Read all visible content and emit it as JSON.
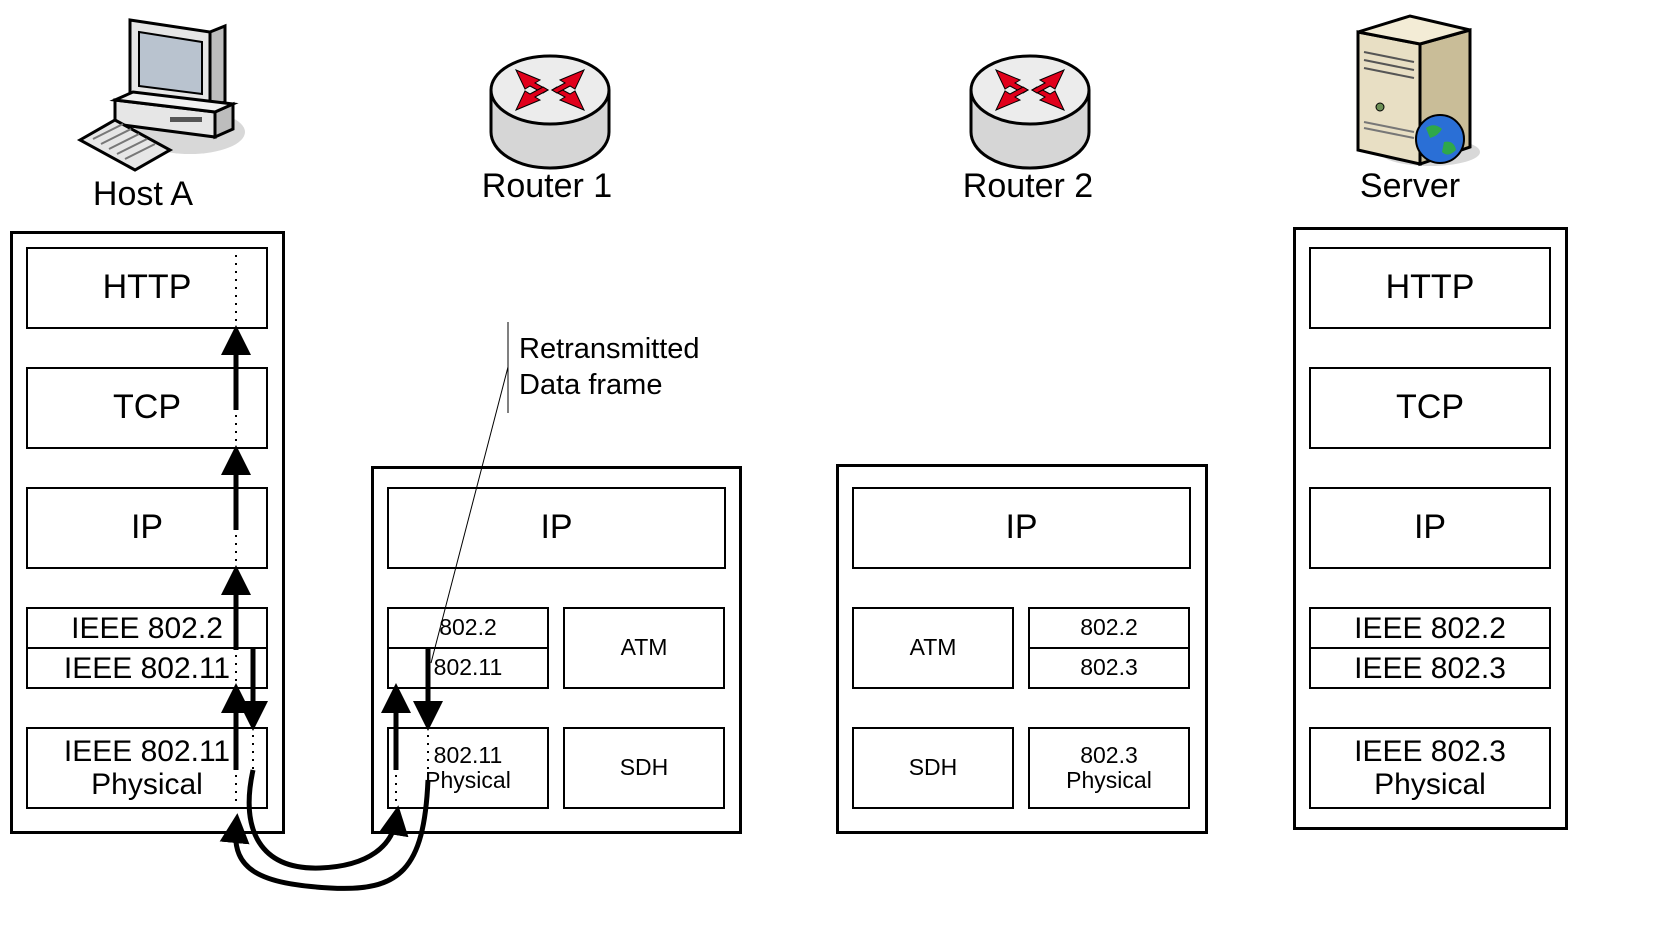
{
  "nodes": {
    "host_a": {
      "label": "Host A",
      "icon": "desktop-computer-icon",
      "layers": {
        "http": "HTTP",
        "tcp": "TCP",
        "ip": "IP",
        "llc": "IEEE 802.2",
        "mac": "IEEE 802.11",
        "phy_line1": "IEEE 802.11",
        "phy_line2": "Physical"
      }
    },
    "router_1": {
      "label": "Router 1",
      "icon": "router-icon",
      "layers": {
        "ip": "IP",
        "llc": "802.2",
        "mac": "802.11",
        "atm": "ATM",
        "phy_line1": "802.11",
        "phy_line2": "Physical",
        "sdh": "SDH"
      }
    },
    "router_2": {
      "label": "Router 2",
      "icon": "router-icon",
      "layers": {
        "ip": "IP",
        "atm": "ATM",
        "llc": "802.2",
        "mac": "802.3",
        "sdh": "SDH",
        "phy_line1": "802.3",
        "phy_line2": "Physical"
      }
    },
    "server": {
      "label": "Server",
      "icon": "web-server-icon",
      "layers": {
        "http": "HTTP",
        "tcp": "TCP",
        "ip": "IP",
        "llc": "IEEE 802.2",
        "mac": "IEEE 802.3",
        "phy_line1": "IEEE 802.3",
        "phy_line2": "Physical"
      }
    }
  },
  "callout": {
    "line1": "Retransmitted",
    "line2": "Data frame"
  },
  "colors": {
    "router_arrow": "#e0001b",
    "router_body": "#d9d9d9",
    "server_body": "#e8dfc4",
    "globe": "#2a6fd6"
  }
}
